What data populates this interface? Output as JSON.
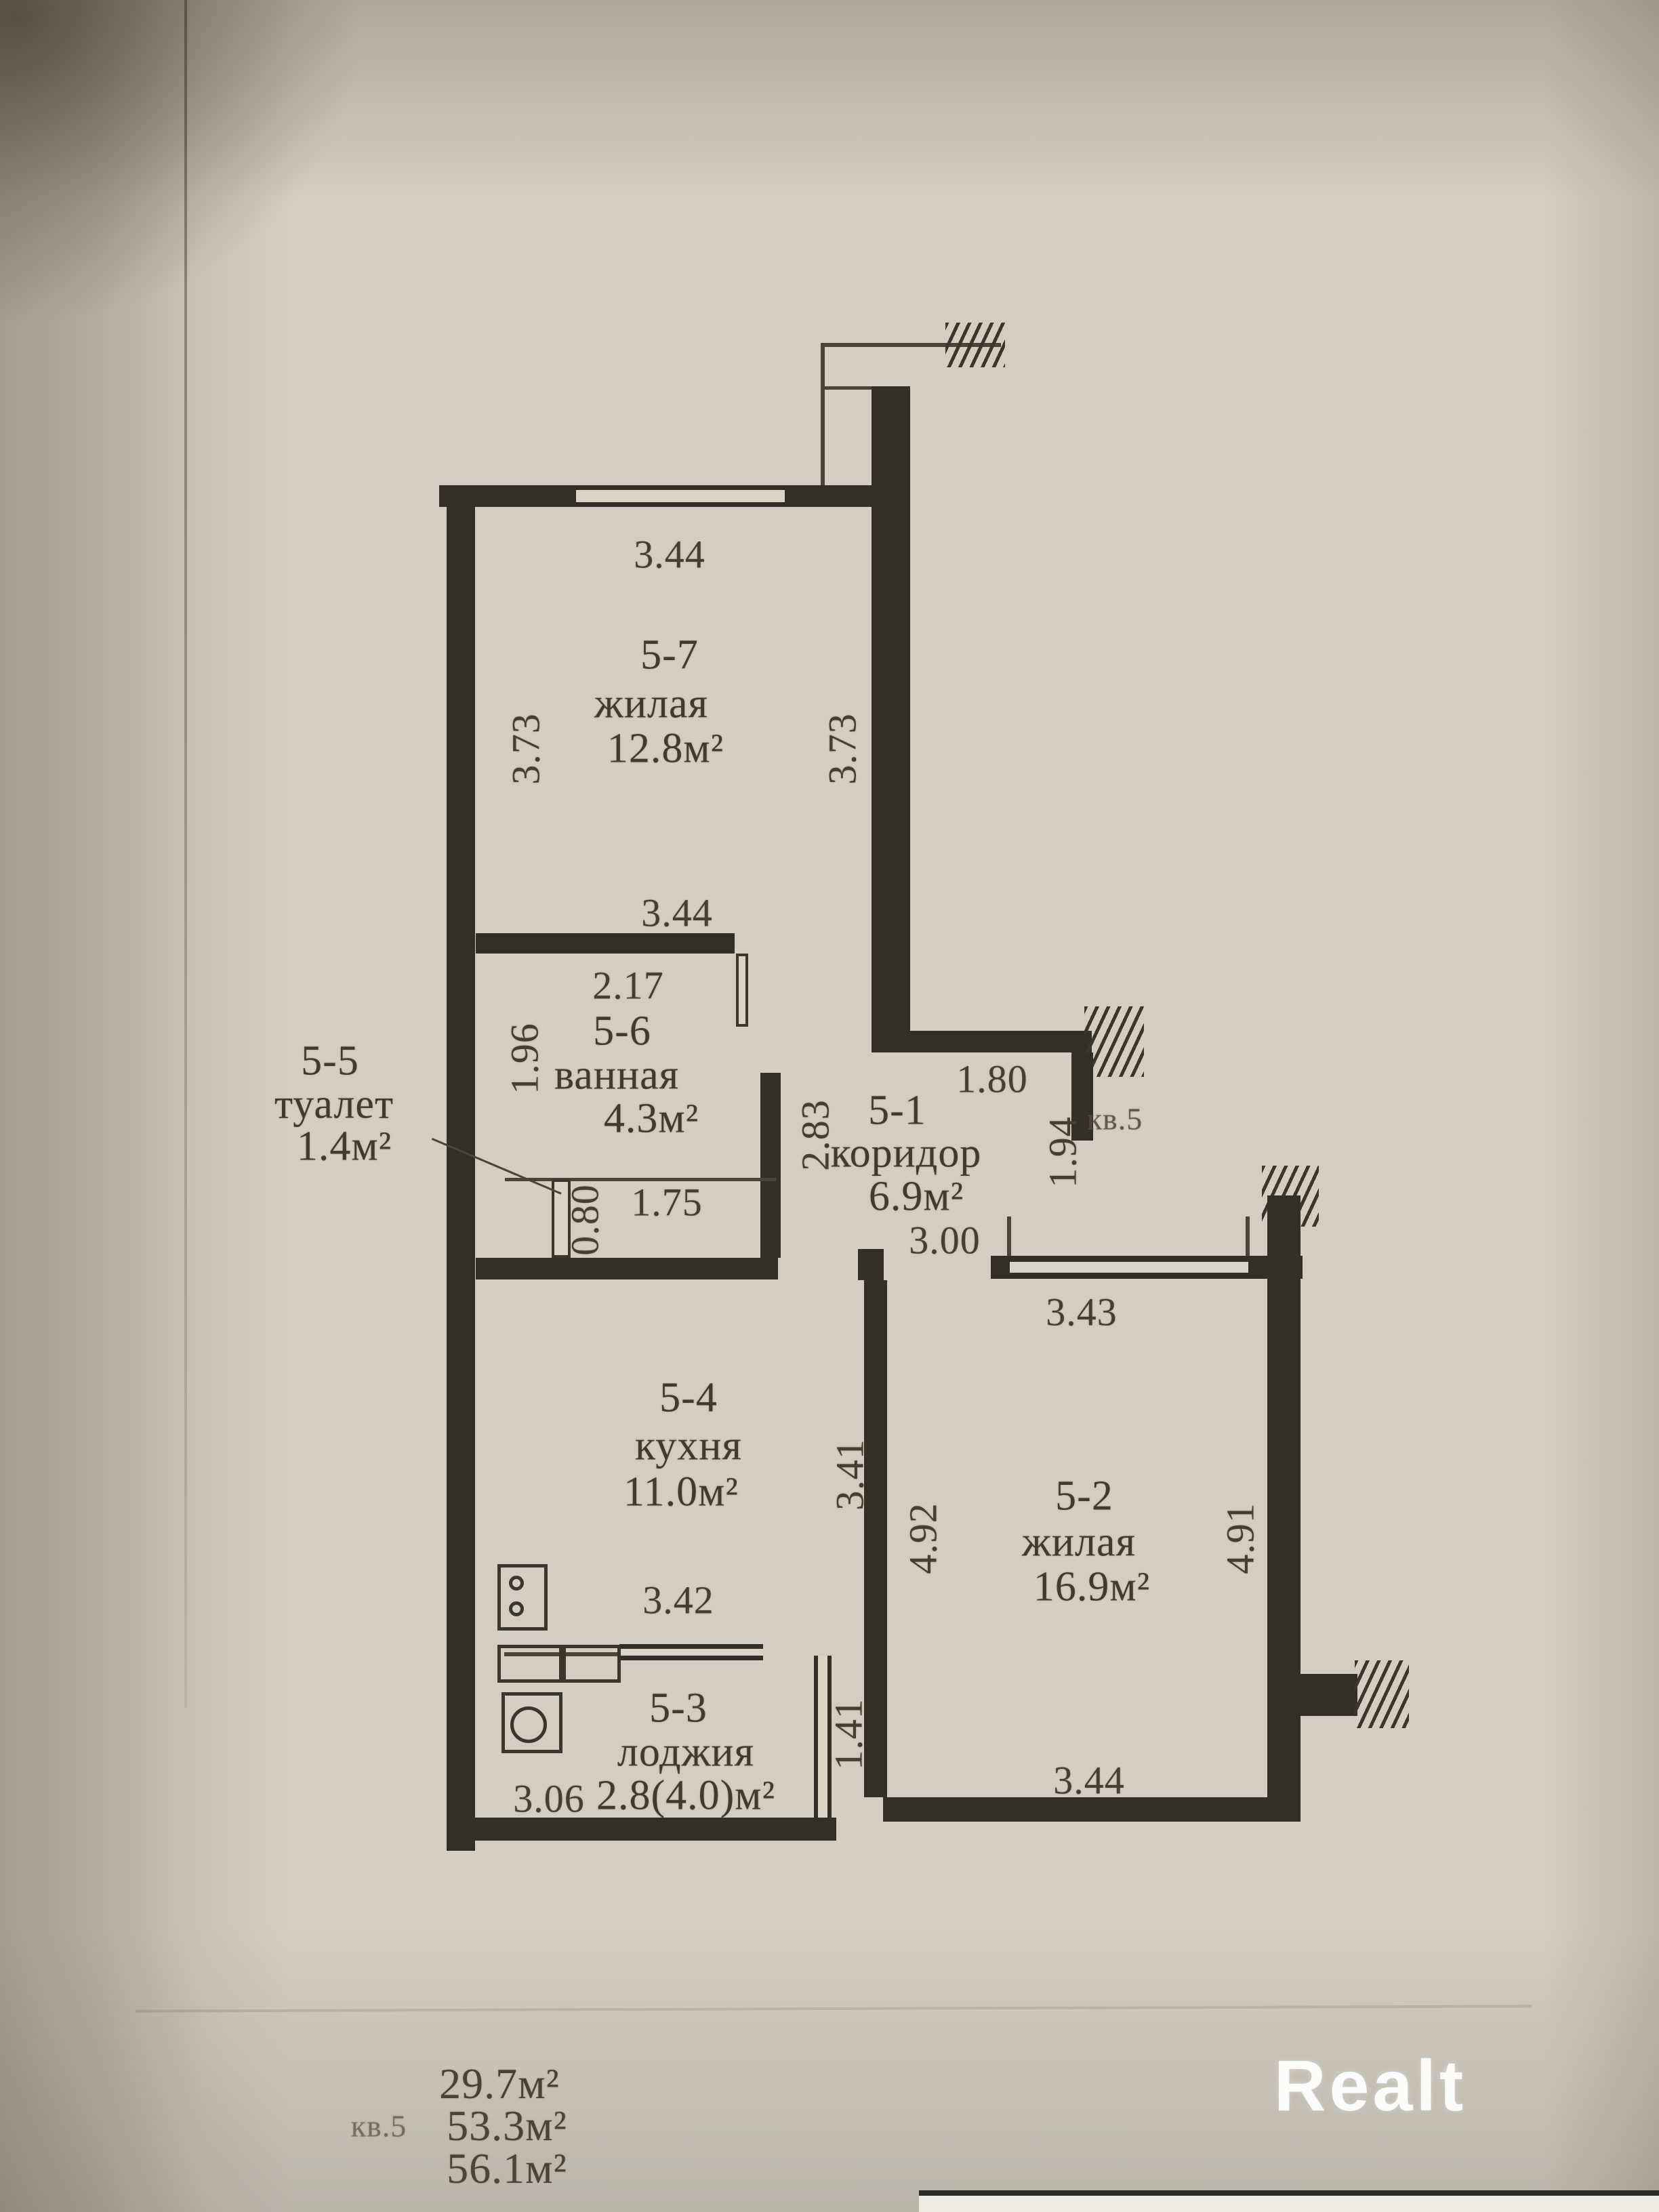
{
  "plan": {
    "rooms": [
      {
        "id": "5-7",
        "name": "жилая",
        "area": "12.8м²"
      },
      {
        "id": "5-6",
        "name": "ванная",
        "area": "4.3м²"
      },
      {
        "id": "5-5",
        "name": "туалет",
        "area": "1.4м²"
      },
      {
        "id": "5-1",
        "name": "коридор",
        "area": "6.9м²"
      },
      {
        "id": "5-4",
        "name": "кухня",
        "area": "11.0м²"
      },
      {
        "id": "5-2",
        "name": "жилая",
        "area": "16.9м²"
      },
      {
        "id": "5-3",
        "name": "лоджия",
        "area": "2.8(4.0)м²"
      }
    ],
    "dimensions": {
      "room57_top": "3.44",
      "room57_left": "3.73",
      "room57_right": "3.73",
      "bath_top": "3.44",
      "bath_width": "2.17",
      "bath_left": "1.96",
      "corridor_left": "2.83",
      "toilet_depth": "0.80",
      "toilet_width": "1.75",
      "entry_top": "1.80",
      "entry_side": "1.94",
      "corridor_width": "3.00",
      "room52_top": "3.43",
      "kitchen_right": "3.41",
      "room52_left": "4.92",
      "room52_right": "4.91",
      "kitchen_bottom": "3.42",
      "loggia_right": "1.41",
      "loggia_bottom_left": "3.06",
      "room52_bottom": "3.44"
    },
    "neighbor_label": "кв.5"
  },
  "summary": {
    "apt_label": "кв.5",
    "living_area": "29.7м²",
    "total_area": "53.3м²",
    "total_with_loggia": "56.1м²"
  },
  "watermark": "Realt"
}
